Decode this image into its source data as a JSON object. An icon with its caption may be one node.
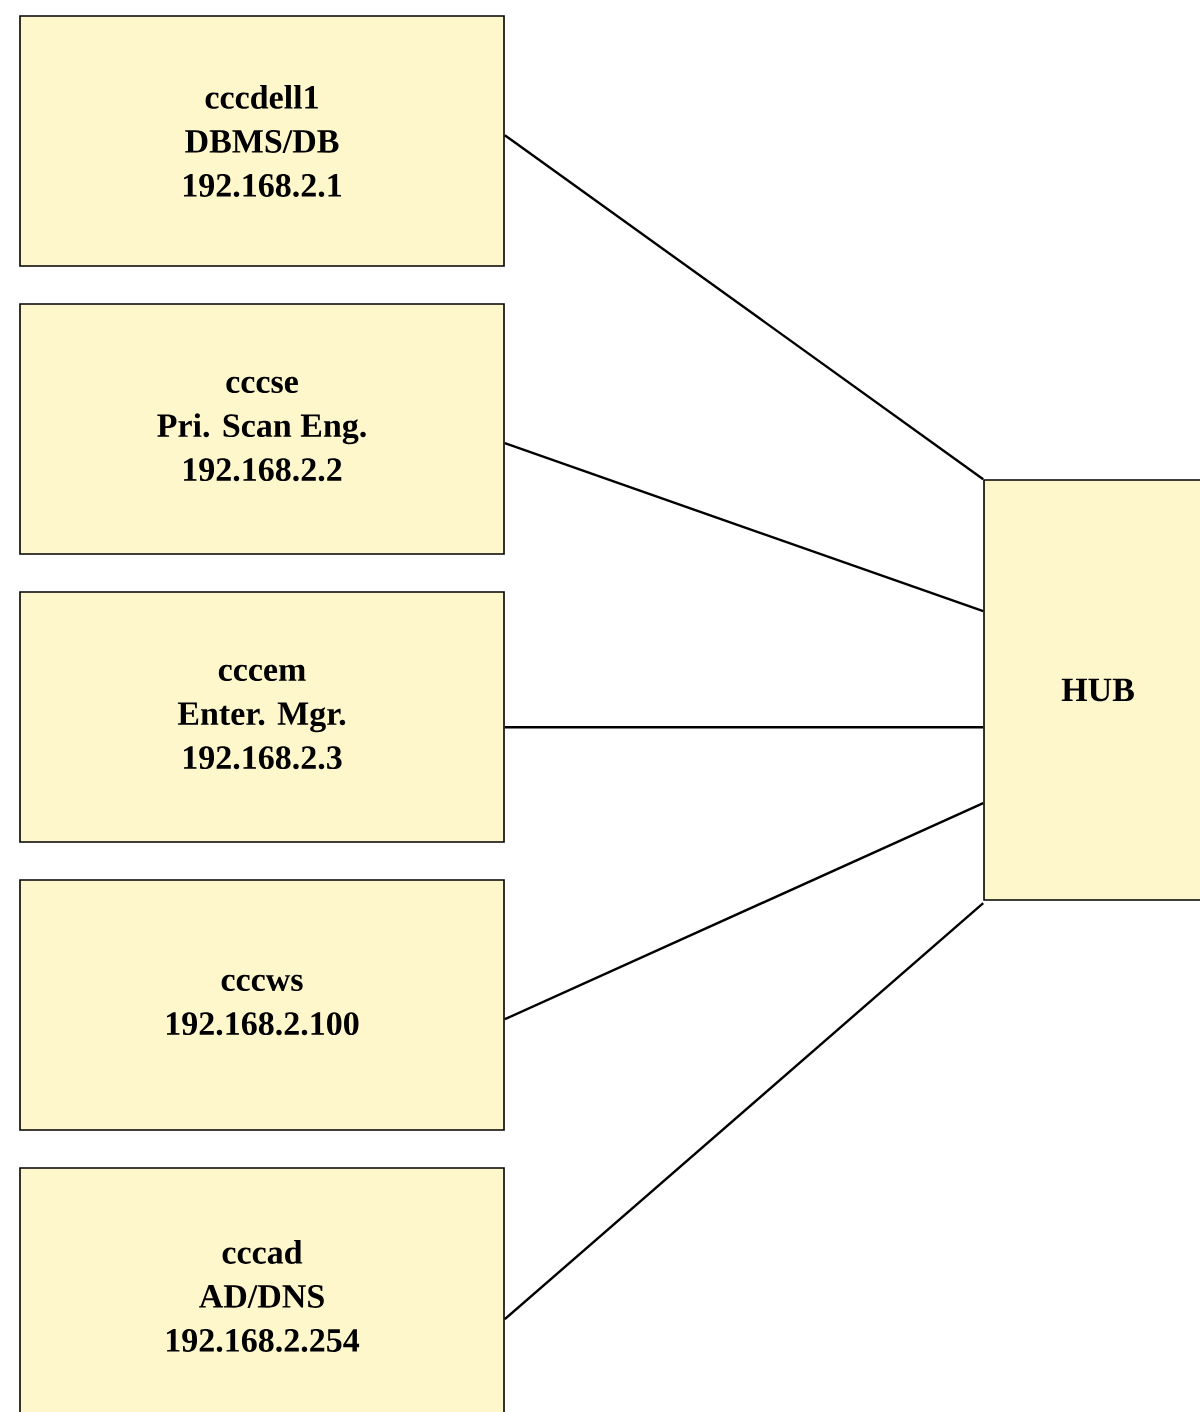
{
  "diagram": {
    "nodes": [
      {
        "text": [
          "cccdell1",
          "DBMS/DB",
          "192.168.2.1"
        ]
      },
      {
        "text": [
          "cccse",
          "Pri. Scan Eng.",
          "192.168.2.2"
        ]
      },
      {
        "text": [
          "cccem",
          "Enter. Mgr.",
          "192.168.2.3"
        ]
      },
      {
        "text": [
          "cccws",
          "192.168.2.100"
        ]
      },
      {
        "text": [
          "cccad",
          "AD/DNS",
          "192.168.2.254"
        ]
      },
      {
        "text": [
          "HUB"
        ]
      }
    ],
    "edges": [
      {
        "from": 0,
        "to": 5,
        "arrow": "none"
      },
      {
        "from": 1,
        "to": 5,
        "arrow": "none"
      },
      {
        "from": 2,
        "to": 5,
        "arrow": "none"
      },
      {
        "from": 3,
        "to": 5,
        "arrow": "none"
      },
      {
        "from": 4,
        "to": 5,
        "arrow": "none"
      }
    ]
  }
}
